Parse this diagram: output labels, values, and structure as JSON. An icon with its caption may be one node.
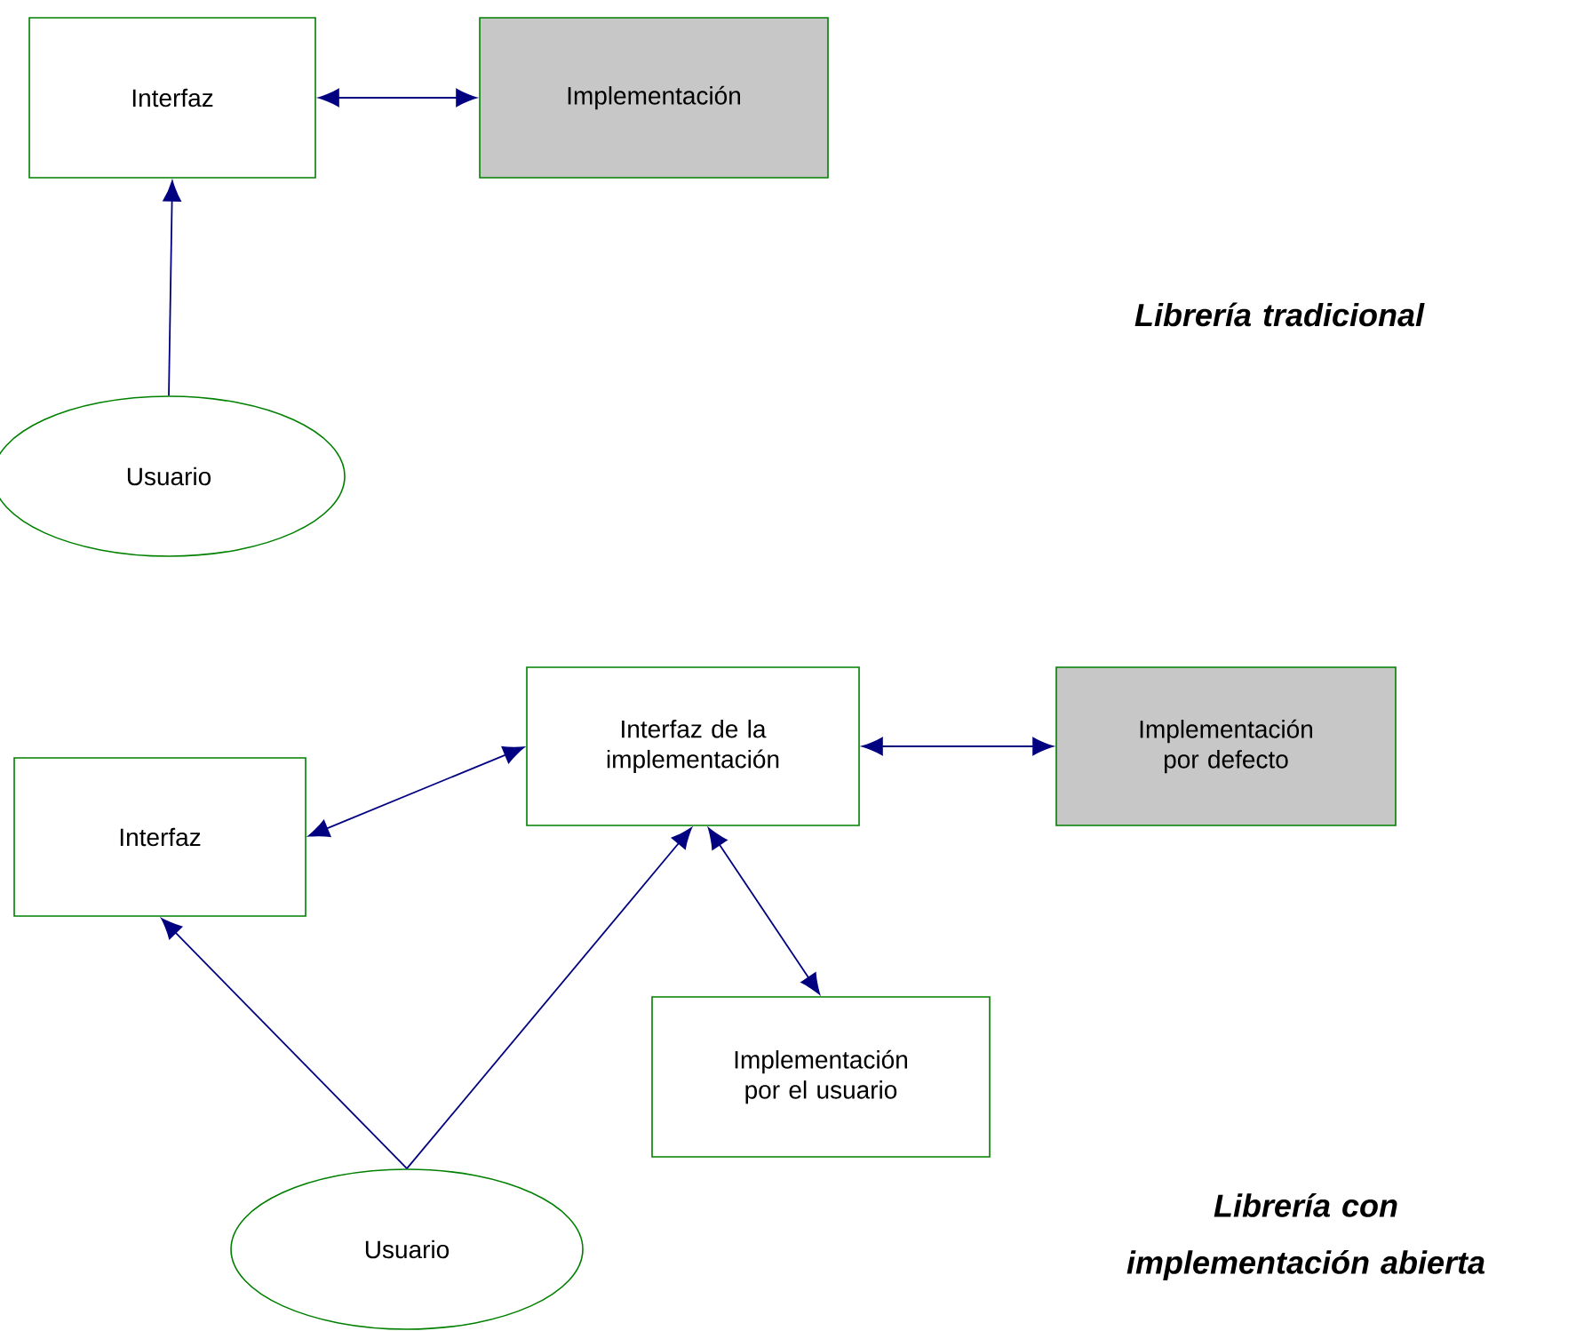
{
  "diagram": {
    "nodes": [
      {
        "text": [
          "Interfaz"
        ]
      },
      {
        "text": [
          "Implementación"
        ]
      },
      {
        "text": [
          "Usuario"
        ]
      },
      {
        "text": [
          "Interfaz de la implementación"
        ]
      },
      {
        "text": [
          "Implementación por defecto"
        ]
      },
      {
        "text": [
          "Interfaz"
        ]
      },
      {
        "text": [
          "Implementación por el usuario"
        ]
      },
      {
        "text": [
          "Usuario"
        ]
      }
    ],
    "edges": [
      {
        "from": 0,
        "to": 1,
        "arrow": "both"
      },
      {
        "from": 2,
        "to": 0,
        "arrow": "to"
      },
      {
        "from": 3,
        "to": 4,
        "arrow": "both"
      },
      {
        "from": 3,
        "to": 5,
        "arrow": "both"
      },
      {
        "from": 3,
        "to": 6,
        "arrow": "both"
      },
      {
        "from": 7,
        "to": 5,
        "arrow": "to"
      },
      {
        "from": 7,
        "to": 3,
        "arrow": "to"
      }
    ],
    "labels": [
      "Librería tradicional",
      "Librería con implementación abierta"
    ]
  }
}
